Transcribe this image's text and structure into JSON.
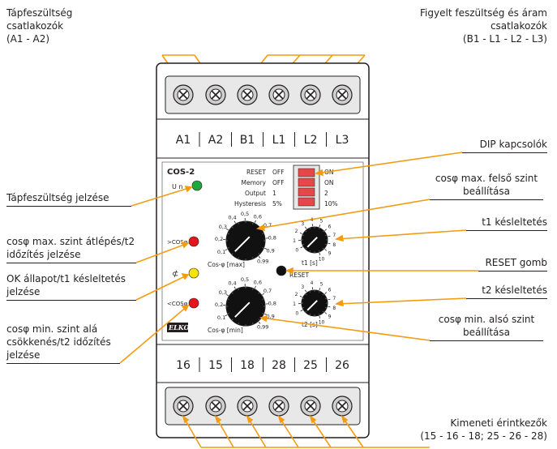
{
  "callouts": {
    "supply_terminals": "Tápfeszültség\ncsatlakozók\n(A1 - A2)",
    "monitored_terminals": "Figyelt feszültség és áram\ncsatlakozók\n(B1 - L1 - L2 - L3)",
    "dip_switches": "DIP kapcsolók",
    "cos_max_setting": "cosφ max. felső szint\nbeállítása",
    "t1_delay": "t1 késleltetés",
    "reset_button": "RESET gomb",
    "t2_delay": "t2 késleltetés",
    "cos_min_setting": "cosφ min. alsó szint\nbeállítása",
    "output_contacts": "Kimeneti érintkezők\n(15 - 16 - 18; 25 - 26 - 28)",
    "supply_indicator": "Tápfeszültség jelzése",
    "cos_max_exceed": "cosφ max. szint átlépés/t2\nidőzítés jelzése",
    "ok_state": "OK állapot/t1 késleltetés\njelzése",
    "cos_min_drop": "cosφ min. szint alá\ncsökkenés/t2 időzítés\njelzése"
  },
  "device": {
    "model": "COS-2",
    "un_label": "U n",
    "top_terminals": [
      "A1",
      "A2",
      "B1",
      "L1",
      "L2",
      "L3"
    ],
    "bottom_terminals": [
      "16",
      "15",
      "18",
      "28",
      "25",
      "26"
    ],
    "dip_rows": [
      {
        "name": "RESET",
        "left": "OFF",
        "right": "ON"
      },
      {
        "name": "Memory",
        "left": "OFF",
        "right": "ON"
      },
      {
        "name": "Output",
        "left": "1",
        "right": "2"
      },
      {
        "name": "Hysteresis",
        "left": "5%",
        "right": "10%"
      }
    ],
    "led_max_label": ">COSφ",
    "led_ok_label": "⊄",
    "led_min_label": "<COSφ",
    "knob_max_label": "Cos-φ [max]",
    "knob_min_label": "Cos-φ [min]",
    "cos_scale": [
      "0,1",
      "0,2",
      "0,3",
      "0,4",
      "0,5",
      "0,6",
      "0,7",
      "0,8",
      "0,9",
      "0,99"
    ],
    "t_scale": [
      "0",
      "1",
      "2",
      "3",
      "4",
      "5",
      "6",
      "7",
      "8",
      "9",
      "10"
    ],
    "t1_label": "t1 [s]",
    "t2_label": "t2 [s]",
    "reset_label": "RESET",
    "brand": "ELKO",
    "colors": {
      "body": "#ffffff",
      "face": "#ffffff",
      "terminal_strip": "#e8e8e8",
      "screw": "#cfcfcf",
      "led_green": "#1fa83c",
      "led_red": "#e3161b",
      "led_yellow": "#f5e400",
      "dip_red": "#e5484a",
      "pointer": "#f39c12"
    }
  }
}
